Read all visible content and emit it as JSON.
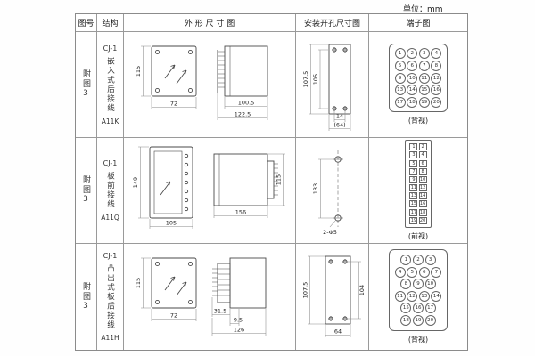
{
  "unit_label": "单位：mm",
  "headers": {
    "fig_no": "图号",
    "structure": "结构",
    "outline": "外 形 尺 寸 图",
    "mounting": "安装开孔尺寸图",
    "terminal": "端子图"
  },
  "rows": [
    {
      "fig_no": "附图3",
      "model_series": "CJ-1",
      "structure_text": "嵌入式后接线",
      "model_code": "A11K",
      "outline": {
        "d_height": "115",
        "d_width": "72",
        "d_depth": "100.5",
        "d_total": "122.5"
      },
      "mounting": {
        "d_v1": "107.5",
        "d_v2": "105",
        "d_b1": "14",
        "d_b2": "(64)"
      },
      "terminal": {
        "view_label": "(背视)",
        "shape": "circle",
        "rows": [
          [
            1,
            2,
            3,
            4
          ],
          [
            5,
            6,
            7,
            8
          ],
          [
            9,
            10,
            11,
            12
          ],
          [
            13,
            14,
            15,
            16
          ],
          [
            17,
            18,
            19,
            20
          ]
        ]
      }
    },
    {
      "fig_no": "附图3",
      "model_series": "CJ-1",
      "structure_text": "板前接线",
      "model_code": "A11Q",
      "outline": {
        "d_height": "149",
        "d_width": "105",
        "d_depth": "156",
        "d_side_height": "115"
      },
      "mounting": {
        "d_v1": "133",
        "holes_label": "2-Φ5"
      },
      "terminal": {
        "view_label": "(前视)",
        "shape": "square",
        "rows": [
          [
            1,
            2
          ],
          [
            3,
            4
          ],
          [
            5,
            6
          ],
          [
            7,
            8
          ],
          [
            9,
            10
          ],
          [
            11,
            12
          ],
          [
            13,
            14
          ],
          [
            15,
            16
          ],
          [
            17,
            18
          ],
          [
            19,
            20
          ]
        ]
      }
    },
    {
      "fig_no": "附图3",
      "model_series": "CJ-1",
      "structure_text": "凸出式板后接线",
      "model_code": "A11H",
      "outline": {
        "d_height": "115",
        "d_width": "72",
        "d_a": "31.5",
        "d_b": "9.5",
        "d_depth": "126"
      },
      "mounting": {
        "d_v1": "107.5",
        "d_v2": "104",
        "d_b1": "64"
      },
      "terminal": {
        "view_label": "(背视)",
        "shape": "circle",
        "rows": [
          [
            1,
            2,
            3
          ],
          [
            4,
            5,
            6,
            7
          ],
          [
            8,
            9,
            10
          ],
          [
            11,
            12,
            13,
            14
          ],
          [
            15,
            16,
            17
          ],
          [
            18,
            19,
            20
          ]
        ]
      }
    }
  ]
}
